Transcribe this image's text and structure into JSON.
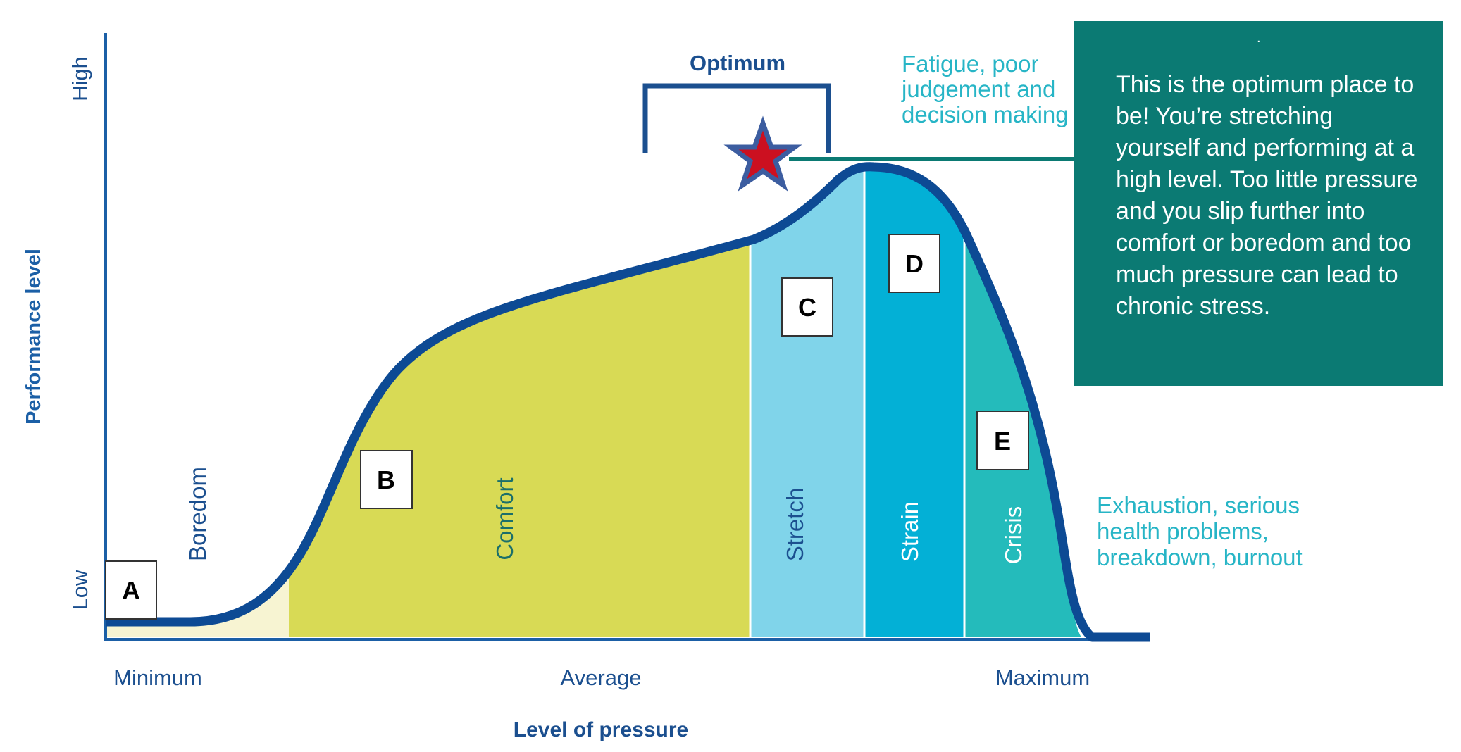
{
  "y_axis": {
    "title": "Performance level",
    "high": "High",
    "low": "Low"
  },
  "x_axis": {
    "title": "Level of pressure",
    "ticks": [
      "Minimum",
      "Average",
      "Maximum"
    ]
  },
  "zones": [
    {
      "name": "Boredom",
      "color": "#f7f4d2",
      "text_color": "#1b4f8f"
    },
    {
      "name": "Comfort",
      "color": "#d8da55",
      "text_color": "#1b6f6a"
    },
    {
      "name": "Stretch",
      "color": "#80d4ea",
      "text_color": "#1b4f8f"
    },
    {
      "name": "Strain",
      "color": "#03b0d6",
      "text_color": "#ffffff"
    },
    {
      "name": "Crisis",
      "color": "#24bbbb",
      "text_color": "#ffffff"
    }
  ],
  "optimum": {
    "label": "Optimum"
  },
  "notes": {
    "fatigue": [
      "Fatigue, poor",
      "judgement and",
      "decision making"
    ],
    "exhaustion": [
      "Exhaustion, serious",
      "health problems,",
      "breakdown, burnout"
    ]
  },
  "boxes": [
    "A",
    "B",
    "C",
    "D",
    "E"
  ],
  "info_panel": {
    "dot": ".",
    "text": "This is the optimum place to be!  You’re stretching yourself and performing at a high level.  Too little pressure and you slip further into comfort or boredom and too much pressure can lead to chronic stress."
  },
  "colors": {
    "curve": "#0d4a94",
    "axis": "#1b5fa6",
    "star_fill": "#cc1020",
    "star_stroke": "#3c5da0",
    "panel": "#0b7a73",
    "connector": "#0b7a73"
  }
}
